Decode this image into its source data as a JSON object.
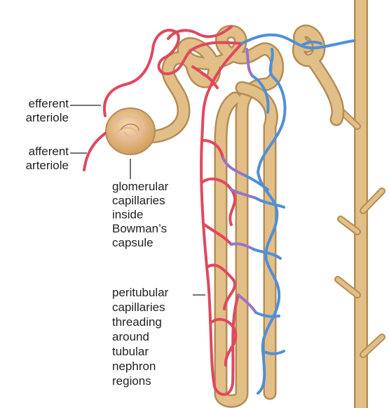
{
  "labels": {
    "efferent": [
      "efferent",
      "arteriole"
    ],
    "afferent": [
      "afferent",
      "arteriole"
    ],
    "glomerular": [
      "glomerular",
      "capillaries",
      "inside",
      "Bowman’s",
      "capsule"
    ],
    "peritubular": [
      "peritubular",
      "capillaries",
      "threading",
      "around",
      "tubular",
      "nephron",
      "regions"
    ]
  },
  "colors": {
    "tubule": "#e2bf86",
    "tubule_edge": "#b48d56",
    "artery": "#e0485e",
    "vein": "#4f8fd8",
    "mixed": "#9a74c4",
    "capsule": "#d9ab72"
  }
}
